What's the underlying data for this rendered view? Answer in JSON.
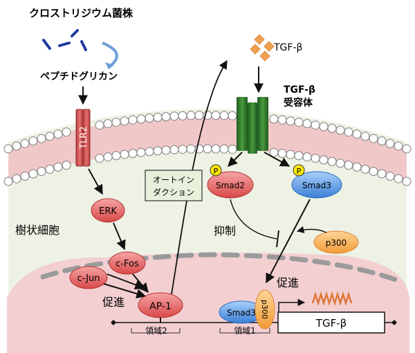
{
  "labels": {
    "bacteria": "クロストリジウム菌株",
    "peptidoglycan": "ペプチドグリカン",
    "tlr2": "TLR2",
    "erk": "ERK",
    "cell": "樹状細胞",
    "cfos": "c-Fos",
    "cjun": "c-Jun",
    "ap1": "AP-1",
    "promote_left": "促進",
    "autoinduction_l1": "オートイン",
    "autoinduction_l2": "ダクション",
    "tgfb_ligand": "TGF-β",
    "receptor_l1": "TGF-β",
    "receptor_l2": "受容体",
    "p": "P",
    "smad2": "Smad2",
    "smad3": "Smad3",
    "inhibit": "抑制",
    "p300": "p300",
    "promote_right": "促進",
    "smad3_nuc": "Smad3",
    "p300_nuc": "p300",
    "gene": "TGF-β",
    "region1": "領域1",
    "region2": "領域2"
  },
  "colors": {
    "membrane_fill": "#f1c8c8",
    "cytoplasm": "#edf2e5",
    "nucleus": "#f3cfd2",
    "red_node": "#e35d5d",
    "blue_node": "#4a8ee0",
    "orange_node": "#f5a64a",
    "receptor": "#2e7a2e",
    "ligand": "#f0a050",
    "phospho": "#ffe800",
    "mrna": "#e0783a"
  }
}
